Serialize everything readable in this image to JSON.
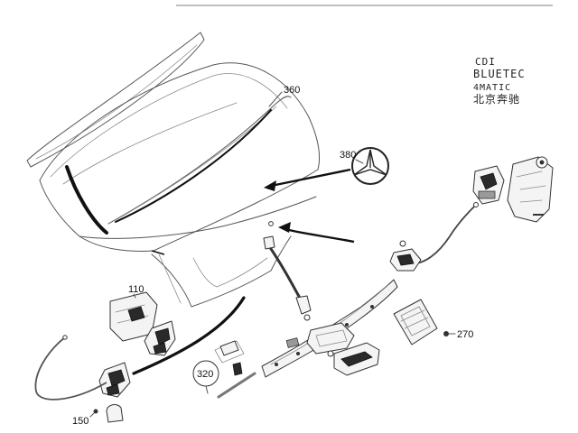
{
  "callouts": {
    "c360": "360",
    "c380": "380",
    "c110": "110",
    "c270": "270",
    "c320": "320",
    "c150": "150"
  },
  "badges": {
    "cdi": "CDI",
    "bluetec": "BLUETEC",
    "matic": "4MATIC",
    "chinese": "北京奔驰"
  },
  "colors": {
    "line": "#555555",
    "dark": "#2a2a2a",
    "background": "#ffffff"
  }
}
